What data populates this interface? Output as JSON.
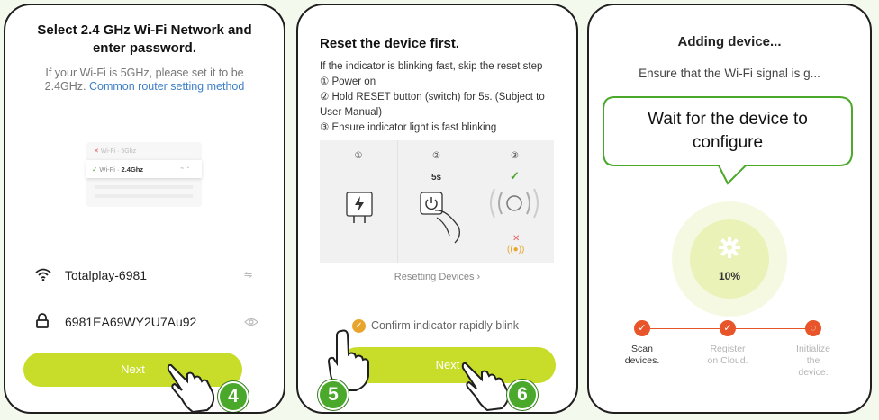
{
  "screen1": {
    "title_line1": "Select 2.4 GHz Wi-Fi Network and",
    "title_line2": "enter password.",
    "hint_line1": "If your Wi-Fi is 5GHz, please set it to be",
    "hint_line2_prefix": "2.4GHz. ",
    "hint_link": "Common router setting method",
    "illus_row1": "Wi-Fi · 5Ghz",
    "illus_row2_prefix": "Wi-Fi · ",
    "illus_row2_band": "2.4Ghz",
    "wifi_name": "Totalplay-6981",
    "password": "6981EA69WY2U7Au92",
    "next_label": "Next",
    "badge": "4"
  },
  "screen2": {
    "title": "Reset the device first.",
    "line1": "If the indicator is blinking fast, skip the reset step",
    "line2": "① Power on",
    "line3": "② Hold RESET button (switch) for 5s. (Subject to",
    "line4": "User Manual)",
    "line5": "③ Ensure indicator light is fast blinking",
    "step1_num": "①",
    "step2_num": "②",
    "step3_num": "③",
    "step2_time": "5s",
    "resetting_link": "Resetting Devices",
    "confirm_label": "Confirm indicator rapidly blink",
    "next_label": "Next",
    "badge_left": "5",
    "badge_right": "6"
  },
  "screen3": {
    "title": "Adding device...",
    "subtitle": "Ensure that the Wi-Fi signal is g...",
    "callout_line1": "Wait for the device to",
    "callout_line2": "configure",
    "progress": "10%",
    "progress_value": 0.1,
    "steps": [
      {
        "label_line1": "Scan",
        "label_line2": "devices."
      },
      {
        "label_line1": "Register",
        "label_line2": "on Cloud."
      },
      {
        "label_line1": "Initialize",
        "label_line2": "the",
        "label_line3": "device."
      }
    ]
  },
  "colors": {
    "accent": "#c8dd2a",
    "link": "#3d7fc7",
    "step_orange": "#e8552b",
    "callout_border": "#4aa82a",
    "badge_green": "#4aa82a"
  },
  "icons": {
    "wifi": "wifi-icon",
    "lock": "lock-icon",
    "eye": "eye-icon",
    "gear": "gear-icon",
    "check": "check-icon",
    "hand": "pointing-hand-icon"
  }
}
